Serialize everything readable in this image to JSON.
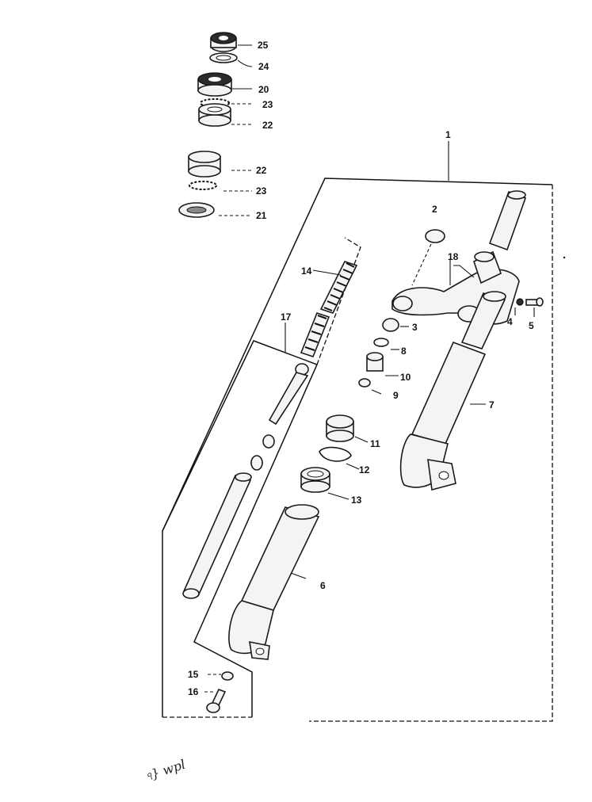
{
  "callouts": {
    "c1": "1",
    "c2": "2",
    "c3": "3",
    "c4": "4",
    "c5": "5",
    "c6": "6",
    "c7": "7",
    "c8": "8",
    "c9": "9",
    "c10": "10",
    "c11": "11",
    "c12": "12",
    "c13": "13",
    "c14": "14",
    "c15": "15",
    "c16": "16",
    "c17": "17",
    "c18": "18",
    "c20": "20",
    "c21": "21",
    "c22a": "22",
    "c22b": "22",
    "c23a": "23",
    "c23b": "23",
    "c24": "24",
    "c25": "25"
  },
  "handwriting": "ঀ} wpl"
}
